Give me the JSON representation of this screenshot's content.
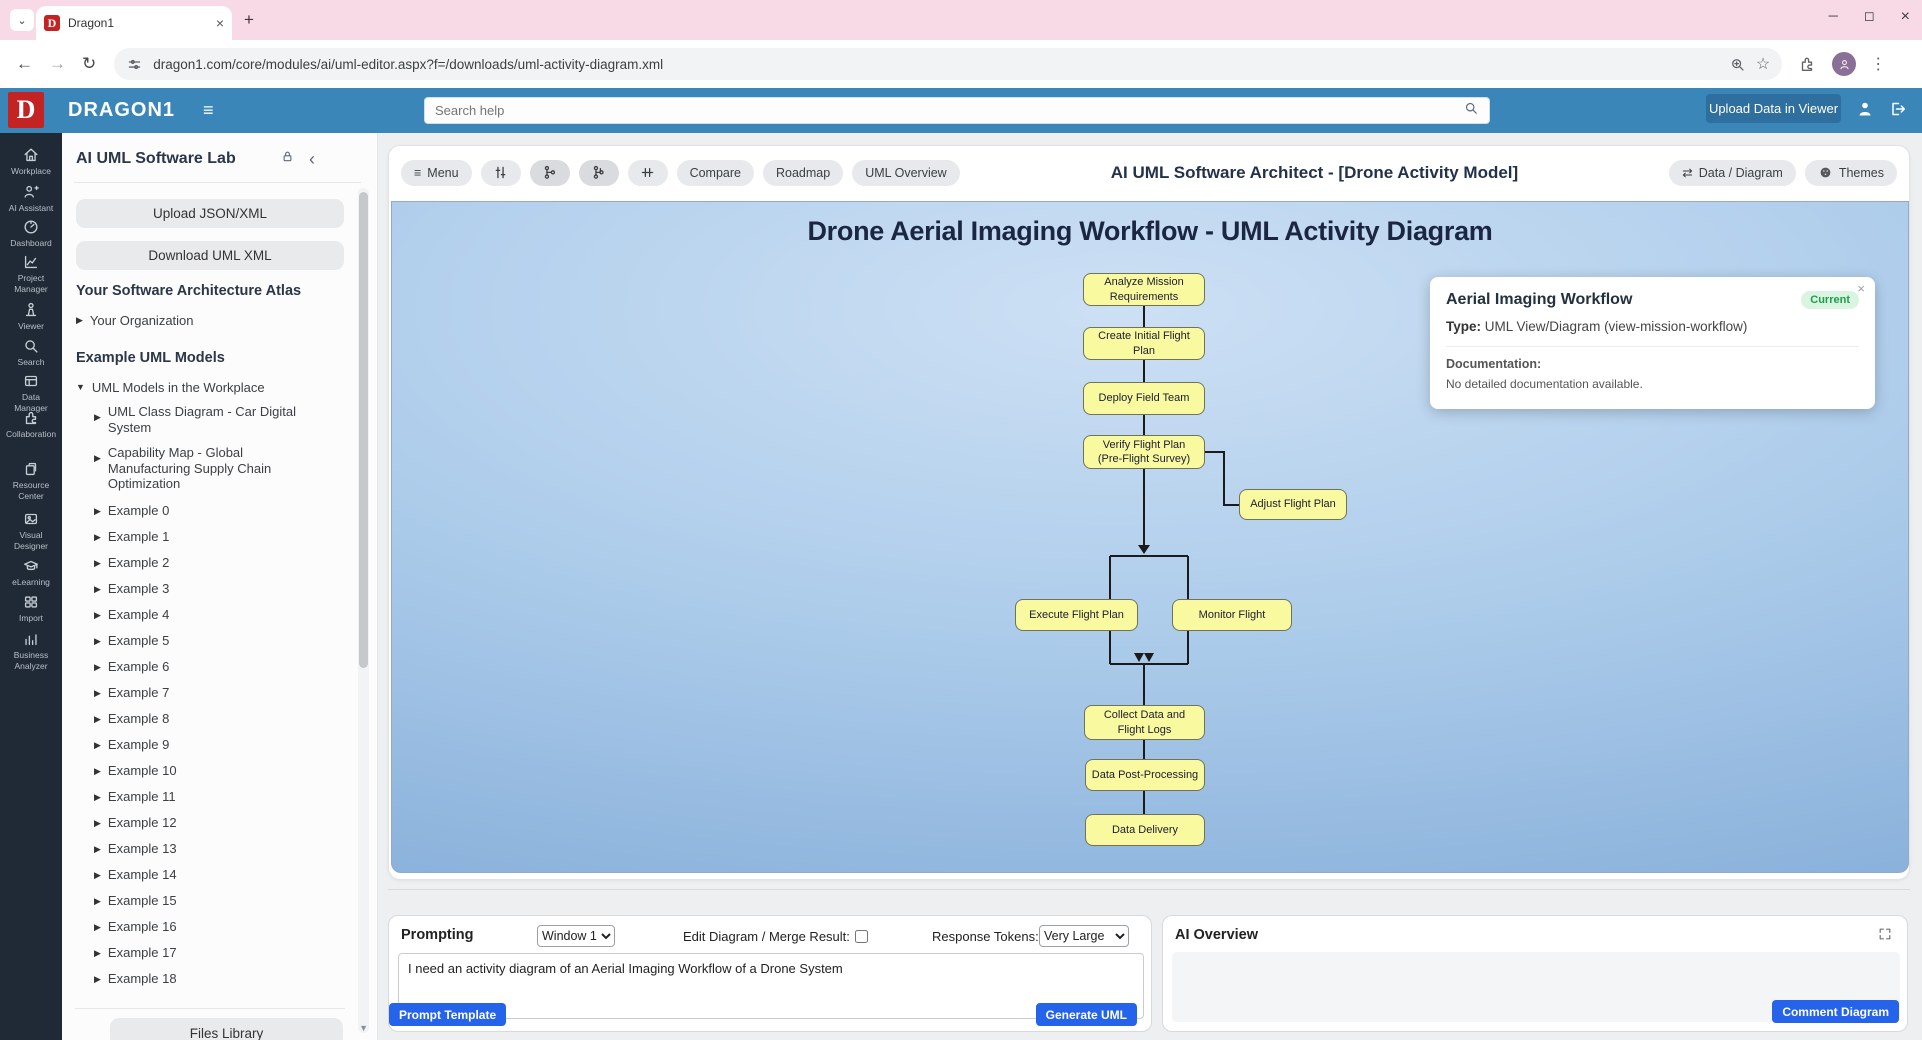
{
  "browser": {
    "tab_title": "Dragon1",
    "url": "dragon1.com/core/modules/ai/uml-editor.aspx?f=/downloads/uml-activity-diagram.xml",
    "new_tab": "+",
    "close_tab": "×",
    "min": "─",
    "max": "◻",
    "close": "×"
  },
  "header": {
    "logo_letter": "D",
    "brand": "DRAGON1",
    "menu_icon": "≡",
    "search_placeholder": "Search help",
    "upload_button": "Upload Data in Viewer"
  },
  "sidebar": {
    "items": [
      {
        "label": "Workplace",
        "icon": "home"
      },
      {
        "label": "AI Assistant",
        "icon": "person-plus"
      },
      {
        "label": "Dashboard",
        "icon": "gauge"
      },
      {
        "label": "Project\nManager",
        "icon": "chart"
      },
      {
        "label": "Viewer",
        "icon": "viewer"
      },
      {
        "label": "Search",
        "icon": "search"
      },
      {
        "label": "Data\nManager",
        "icon": "data-table"
      },
      {
        "label": "Collaboration",
        "icon": "puzzle"
      },
      {
        "label": "Resource\nCenter",
        "icon": "pages"
      },
      {
        "label": "Visual\nDesigner",
        "icon": "image"
      },
      {
        "label": "eLearning",
        "icon": "cap"
      },
      {
        "label": "Import",
        "icon": "grid"
      },
      {
        "label": "Business\nAnalyzer",
        "icon": "bars"
      }
    ]
  },
  "panel": {
    "title": "AI UML Software Lab",
    "upload_button": "Upload JSON/XML",
    "download_button": "Download UML XML",
    "atlas_heading": "Your Software Architecture Atlas",
    "org_item": "Your Organization",
    "examples_heading": "Example UML Models",
    "workplace_item": "UML Models in the Workplace",
    "tree_children": [
      "UML Class Diagram - Car Digital System",
      "Capability Map - Global Manufacturing Supply Chain Optimization"
    ],
    "examples": [
      "Example 0",
      "Example 1",
      "Example 2",
      "Example 3",
      "Example 4",
      "Example 5",
      "Example 6",
      "Example 7",
      "Example 8",
      "Example 9",
      "Example 10",
      "Example 11",
      "Example 12",
      "Example 13",
      "Example 14",
      "Example 15",
      "Example 16",
      "Example 17",
      "Example 18"
    ],
    "files_button": "Files Library"
  },
  "toolbar": {
    "menu": "Menu",
    "compare": "Compare",
    "roadmap": "Roadmap",
    "uml_overview": "UML Overview",
    "title": "AI UML Software Architect - [Drone Activity Model]",
    "data_diagram": "Data / Diagram",
    "themes": "Themes",
    "swap_icon": "⇄"
  },
  "canvas": {
    "title": "Drone Aerial Imaging Workflow - UML Activity Diagram",
    "nodes": [
      "Analyze Mission Requirements",
      "Create Initial Flight Plan",
      "Deploy Field Team",
      "Verify Flight Plan (Pre-Flight Survey)",
      "Adjust Flight Plan",
      "Execute Flight Plan",
      "Monitor Flight",
      "Collect Data and Flight Logs",
      "Data Post-Processing",
      "Data Delivery"
    ]
  },
  "infocard": {
    "title": "Aerial Imaging Workflow",
    "badge": "Current",
    "type_label": "Type:",
    "type_value": "UML View/Diagram (view-mission-workflow)",
    "doc_label": "Documentation:",
    "doc_value": "No detailed documentation available.",
    "close": "×"
  },
  "prompting": {
    "title": "Prompting",
    "window_select": "Window 1",
    "edit_label": "Edit Diagram / Merge Result:",
    "tokens_label": "Response Tokens:",
    "tokens_select": "Very Large",
    "prompt_text": "I need an activity diagram of an Aerial Imaging Workflow of a Drone System",
    "prompt_template_button": "Prompt Template",
    "generate_button": "Generate UML"
  },
  "ai_overview": {
    "title": "AI Overview",
    "comment_button": "Comment Diagram"
  },
  "colors": {
    "header_blue": "#3b86b8",
    "sidebar_dark": "#202a36",
    "brand_red": "#c42323",
    "node_fill": "#f9f9a0",
    "node_border": "#72725a",
    "badge_green": "#1e9e4a",
    "action_blue": "#2563ea",
    "canvas_light": "#cde0f4",
    "canvas_deep": "#7fa9d6",
    "tab_pink": "#f8dae6"
  }
}
